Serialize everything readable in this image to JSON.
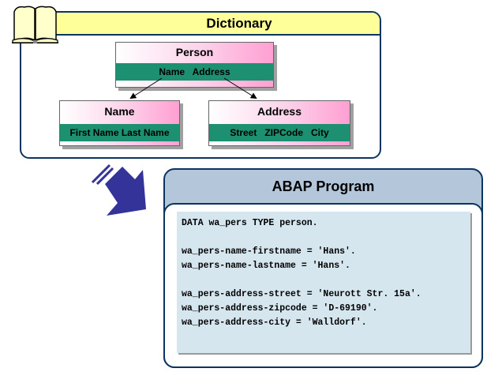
{
  "dictionary": {
    "title": "Dictionary",
    "icon": "book-icon",
    "colors": {
      "header": "#ffff99",
      "border": "#0c3460"
    },
    "structures": {
      "person": {
        "title": "Person",
        "fields": "Name   Address"
      },
      "name": {
        "title": "Name",
        "fields": "First Name Last Name"
      },
      "address": {
        "title": "Address",
        "fields": "Street   ZIPCode   City"
      }
    },
    "relations": [
      {
        "from": "Person.Name",
        "to": "Name"
      },
      {
        "from": "Person.Address",
        "to": "Address"
      }
    ],
    "field_band_color": "#1c9070"
  },
  "transition_arrow": {
    "icon": "arrow-down-right-icon",
    "color": "#333399"
  },
  "abap_program": {
    "title": "ABAP Program",
    "colors": {
      "header": "#b3c6da",
      "code_bg": "#d6e6ef"
    },
    "code_lines": [
      "DATA wa_pers TYPE person.",
      "",
      "wa_pers-name-firstname = 'Hans'.",
      "wa_pers-name-lastname = 'Hans'.",
      "",
      "wa_pers-address-street = 'Neurott Str. 15a'.",
      "wa_pers-address-zipcode = 'D-69190'.",
      "wa_pers-address-city = 'Walldorf'."
    ]
  }
}
